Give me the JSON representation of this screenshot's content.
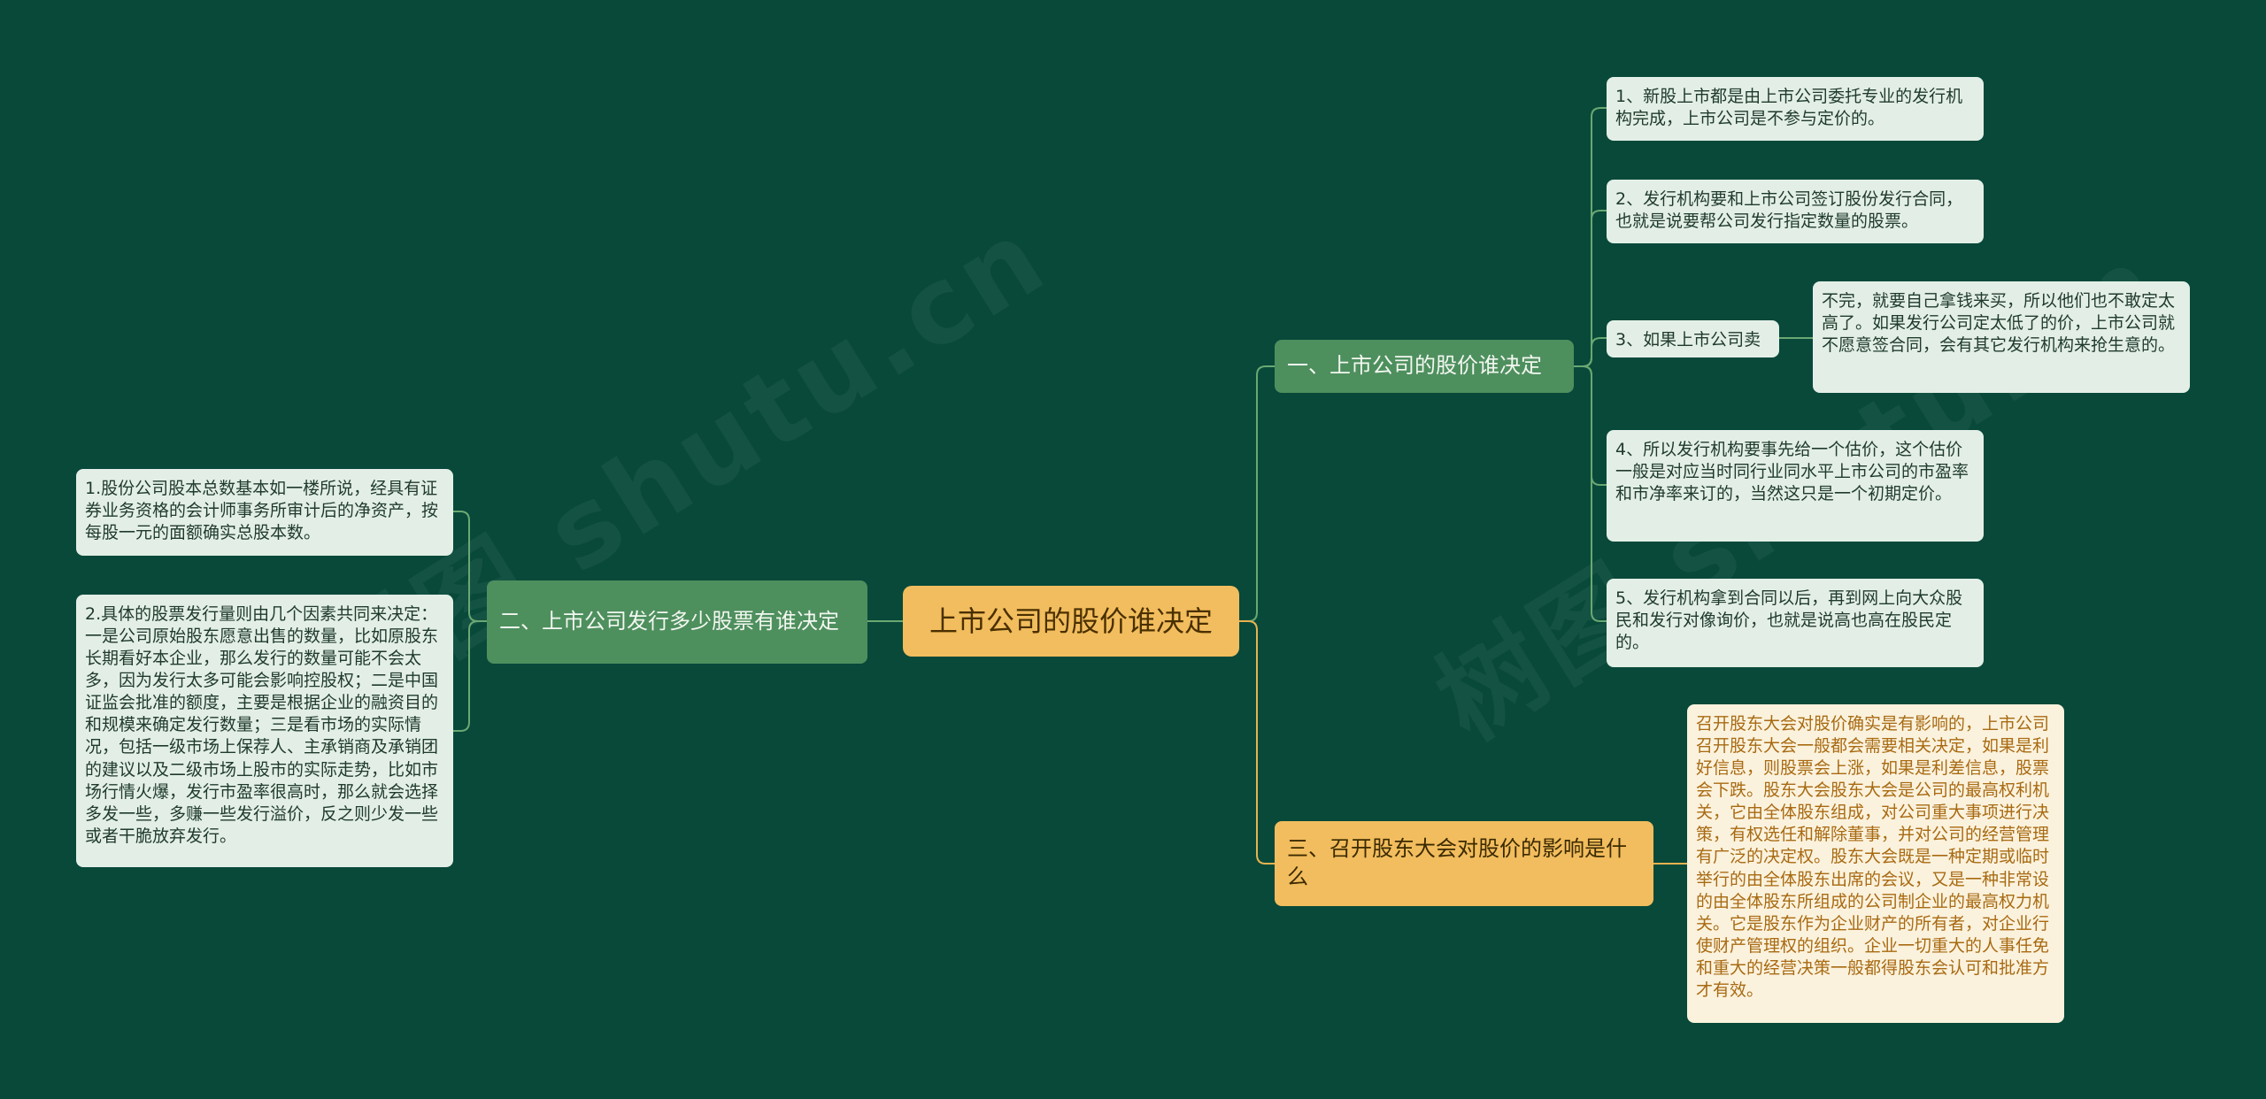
{
  "colors": {
    "background": "#08493a",
    "root": "#f2bd5e",
    "branch_green": "#4e8f5e",
    "branch_orange": "#f2bd5e",
    "leaf_green": "#e3efe6",
    "leaf_cream": "#fbf2dd",
    "line_green": "#6aa872",
    "line_orange": "#e8b251"
  },
  "root": {
    "label": "上市公司的股价谁决定"
  },
  "branch1": {
    "label": "一、上市公司的股价谁决定",
    "children": [
      "1、新股上市都是由上市公司委托专业的发行机构完成，上市公司是不参与定价的。",
      "2、发行机构要和上市公司签订股份发行合同，也就是说要帮公司发行指定数量的股票。",
      "3、如果上市公司卖",
      "4、所以发行机构要事先给一个估价，这个估价一般是对应当时同行业同水平上市公司的市盈率和市净率来订的，当然这只是一个初期定价。",
      "5、发行机构拿到合同以后，再到网上向大众股民和发行对像询价，也就是说高也高在股民定的。"
    ],
    "sub3": "不完，就要自己拿钱来买，所以他们也不敢定太高了。如果发行公司定太低了的价，上市公司就不愿意签合同，会有其它发行机构来抢生意的。"
  },
  "branch2": {
    "label": "二、上市公司发行多少股票有谁决定",
    "children": [
      "1.股份公司股本总数基本如一楼所说，经具有证券业务资格的会计师事务所审计后的净资产，按每股一元的面额确实总股本数。",
      "2.具体的股票发行量则由几个因素共同来决定：一是公司原始股东愿意出售的数量，比如原股东长期看好本企业，那么发行的数量可能不会太多，因为发行太多可能会影响控股权；二是中国证监会批准的额度，主要是根据企业的融资目的和规模来确定发行数量；三是看市场的实际情况，包括一级市场上保荐人、主承销商及承销团的建议以及二级市场上股市的实际走势，比如市场行情火爆，发行市盈率很高时，那么就会选择多发一些，多赚一些发行溢价，反之则少发一些或者干脆放弃发行。"
    ]
  },
  "branch3": {
    "label": "三、召开股东大会对股价的影响是什么",
    "child": "召开股东大会对股价确实是有影响的，上市公司召开股东大会一般都会需要相关决定，如果是利好信息，则股票会上涨，如果是利差信息，股票会下跌。股东大会股东大会是公司的最高权利机关，它由全体股东组成，对公司重大事项进行决策，有权选任和解除董事，并对公司的经营管理有广泛的决定权。股东大会既是一种定期或临时举行的由全体股东出席的会议，又是一种非常设的由全体股东所组成的公司制企业的最高权力机关。它是股东作为企业财产的所有者，对企业行使财产管理权的组织。企业一切重大的人事任免和重大的经营决策一般都得股东会认可和批准方才有效。"
  },
  "watermarks": [
    "树图 shutu.cn",
    "树图 shutu.cn"
  ]
}
